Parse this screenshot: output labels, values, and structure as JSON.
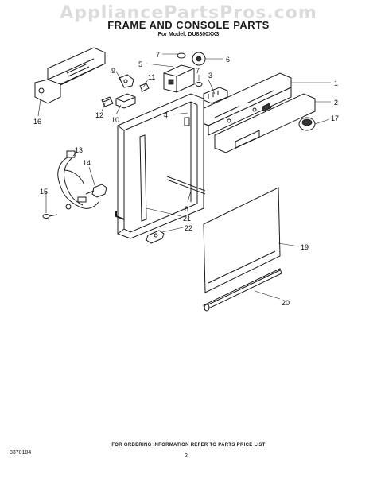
{
  "watermark": "AppliancePartsPros.com",
  "title": "FRAME AND CONSOLE PARTS",
  "model": "For Model: DU8300XX3",
  "footer_note": "FOR ORDERING INFORMATION REFER TO PARTS PRICE LIST",
  "doc_number": "3370184",
  "page_number": "2",
  "callouts": {
    "c1": "1",
    "c2": "2",
    "c3": "3",
    "c4": "4",
    "c5": "5",
    "c6": "6",
    "c7a": "7",
    "c7b": "7",
    "c8": "8",
    "c9": "9",
    "c10": "10",
    "c11": "11",
    "c12": "12",
    "c13": "13",
    "c14": "14",
    "c15": "15",
    "c16": "16",
    "c17": "17",
    "c19": "19",
    "c20": "20",
    "c21": "21",
    "c22": "22"
  }
}
